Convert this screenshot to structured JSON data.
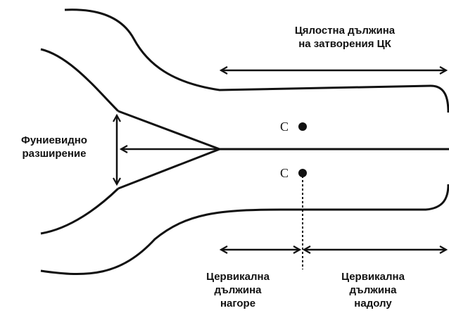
{
  "labels": {
    "total_length": [
      "Цялостна дължина",
      "на затворения ЦК"
    ],
    "funneling": [
      "Фуниевидно",
      "разширение"
    ],
    "cervical_length_up": [
      "Цервикална",
      "дължина",
      "нагоре"
    ],
    "cervical_length_down": [
      "Цервикална",
      "дължина",
      "надолу"
    ],
    "marker_upper": "C",
    "marker_lower": "C"
  },
  "colors": {
    "stroke": "#111111",
    "background": "#ffffff"
  }
}
